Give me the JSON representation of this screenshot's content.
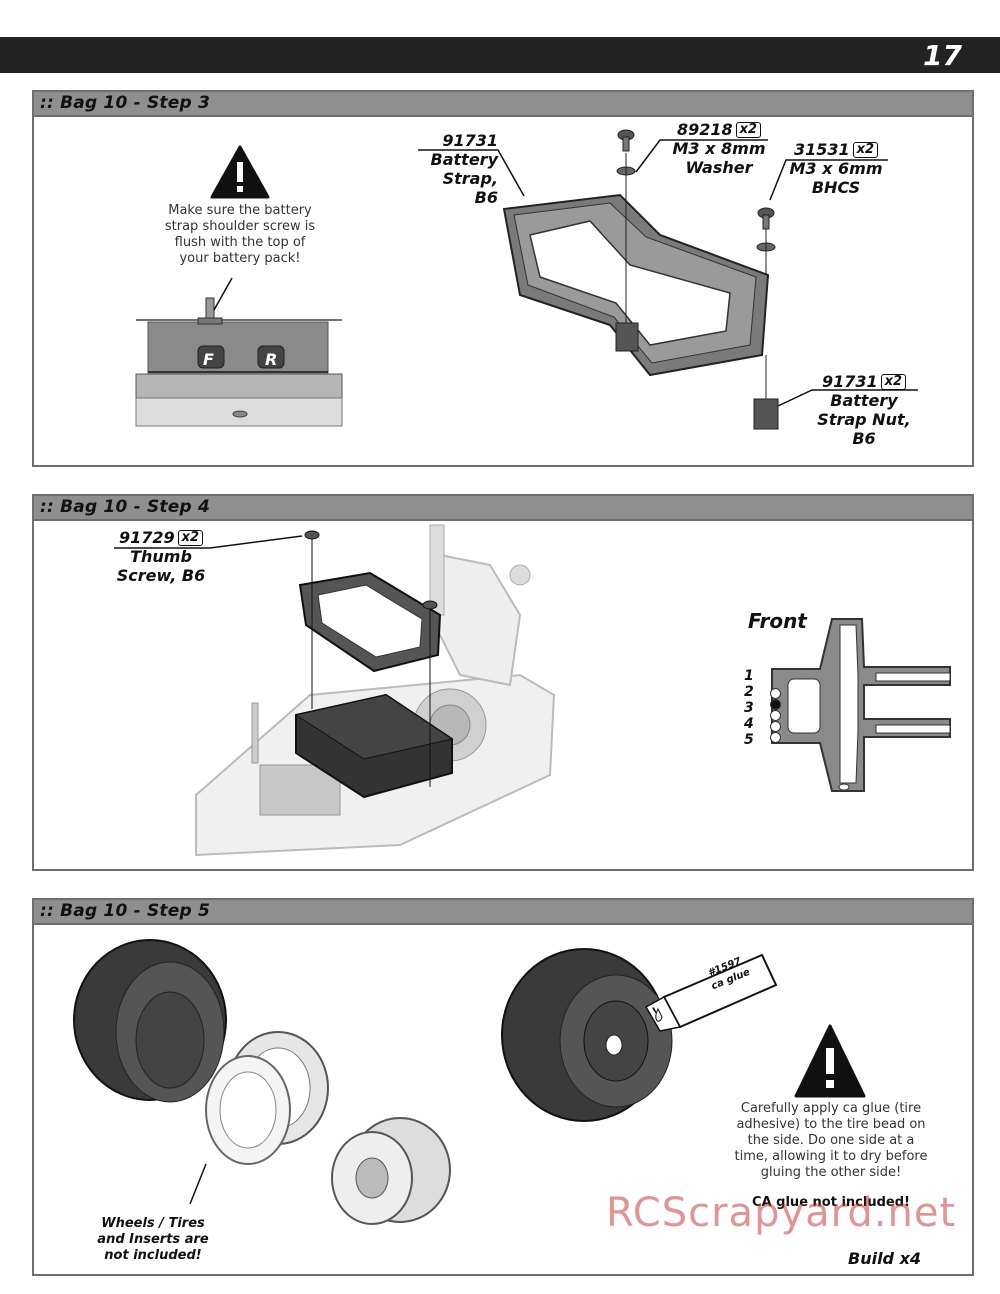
{
  "page_number": "17",
  "step3": {
    "title": ":: Bag 10 - Step 3",
    "warning": "Make sure the battery strap shoulder screw is flush with the top of your battery pack!",
    "label_f": "F",
    "label_r": "R",
    "parts": [
      {
        "num": "91731",
        "qty": "",
        "desc1": "Battery",
        "desc2": "Strap, B6"
      },
      {
        "num": "89218",
        "qty": "x2",
        "desc1": "M3 x 8mm",
        "desc2": "Washer"
      },
      {
        "num": "31531",
        "qty": "x2",
        "desc1": "M3 x 6mm",
        "desc2": "BHCS"
      },
      {
        "num": "91731",
        "qty": "x2",
        "desc1": "Battery",
        "desc2": "Strap Nut,",
        "desc3": "B6"
      }
    ]
  },
  "step4": {
    "title": ":: Bag 10 - Step 4",
    "part": {
      "num": "91729",
      "qty": "x2",
      "desc1": "Thumb",
      "desc2": "Screw, B6"
    },
    "front_label": "Front",
    "positions": [
      "1",
      "2",
      "3",
      "4",
      "5"
    ],
    "selected_position": "2"
  },
  "step5": {
    "title": ":: Bag 10 - Step 5",
    "not_included": "Wheels / Tires and Inserts are not included!",
    "tube_label1": "#1597",
    "tube_label2": "ca glue",
    "warning": "Carefully apply ca glue (tire adhesive) to the tire bead on the side. Do one side at a time, allowing it to dry before gluing the other side!",
    "ca_note": "CA glue not included!",
    "build": "Build x4"
  },
  "watermark": "RCScrapyard.net"
}
